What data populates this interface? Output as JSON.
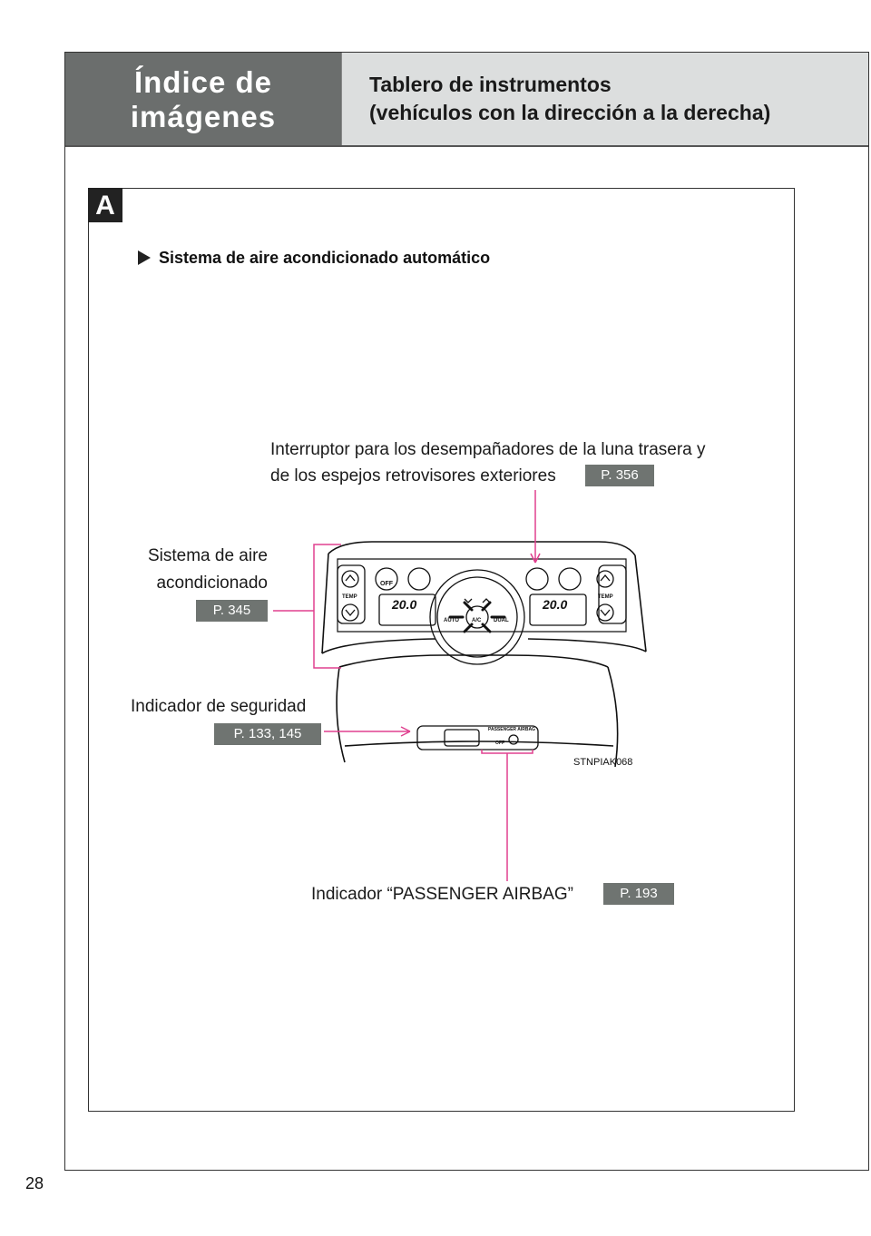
{
  "header": {
    "section_line1": "Índice de",
    "section_line2": "imágenes",
    "title_line1": "Tablero de instrumentos",
    "title_line2": "(vehículos con la dirección a la derecha)"
  },
  "section_tab": "A",
  "subtitle": "Sistema de aire acondicionado automático",
  "callouts": {
    "defogger_line1": "Interruptor para los desempañadores de la luna trasera y",
    "defogger_line2": "de los espejos retrovisores exteriores",
    "defogger_ref": "P. 356",
    "ac_line1": "Sistema de aire",
    "ac_line2": "acondicionado",
    "ac_ref": "P. 345",
    "security_label": "Indicador de seguridad",
    "security_ref": "P. 133, 145",
    "airbag_label": "Indicador “PASSENGER AIRBAG”",
    "airbag_ref": "P. 193"
  },
  "figure": {
    "code": "STNPIAK068",
    "temp_label": "TEMP",
    "temp_value": "20.0",
    "off_label": "OFF",
    "auto_label": "AUTO",
    "ac_label": "A/C",
    "dual_label": "DUAL",
    "airbag_panel_label": "PASSENGER AIRBAG",
    "airbag_off_label": "OFF"
  },
  "colors": {
    "leader": "#e0408f",
    "ref_bg": "#6f7471",
    "header_dark": "#6b6e6d",
    "header_light": "#dcdede"
  },
  "page_number": "28"
}
